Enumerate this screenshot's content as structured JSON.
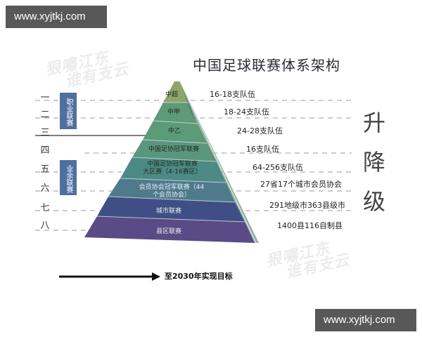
{
  "watermark": {
    "top_label": "www.xyjtkj.com",
    "bottom_label": "www.xyjtkj.com",
    "ghost_text_line1": "狠嘯江东",
    "ghost_text_line2": "谁有支云"
  },
  "title": "中国足球联赛体系架构",
  "levels": [
    {
      "num": "一",
      "tier": "中超",
      "teams": "16-18支队伍"
    },
    {
      "num": "二",
      "tier": "中甲",
      "teams": "18-24支队伍"
    },
    {
      "num": "三",
      "tier": "中乙",
      "teams": "24-28支队伍"
    },
    {
      "num": "四",
      "tier": "中国足协冠军联赛",
      "teams": "16支队伍"
    },
    {
      "num": "五",
      "tier_line1": "中国足协冠军联赛",
      "tier_line2": "大区赛（4-16赛区）",
      "teams": "64-256支队伍"
    },
    {
      "num": "六",
      "tier_line1": "会员协会冠军联赛（44",
      "tier_line2": "个会员协会）",
      "teams": "27省17个城市会员协会"
    },
    {
      "num": "七",
      "tier": "城市联赛",
      "teams": "291地级市363县级市"
    },
    {
      "num": "八",
      "tier": "县区联赛",
      "teams": "1400县116自制县"
    }
  ],
  "groups": {
    "professional": "职业联赛",
    "amateur": "业余联赛"
  },
  "side_label": [
    "升",
    "降",
    "级"
  ],
  "arrow_label": "至2030年实现目标",
  "colors": {
    "tier1": "#8fa46a",
    "tier2": "#5e9a76",
    "tier3": "#5c9a78",
    "tier4": "#5a967c",
    "tier5": "#4d8a86",
    "tier6": "#4f7a8c",
    "tier7": "#3f4f86",
    "tier8": "#5a4a86",
    "group_box": "#4f6fa0",
    "dash": "#9a9a9a"
  }
}
